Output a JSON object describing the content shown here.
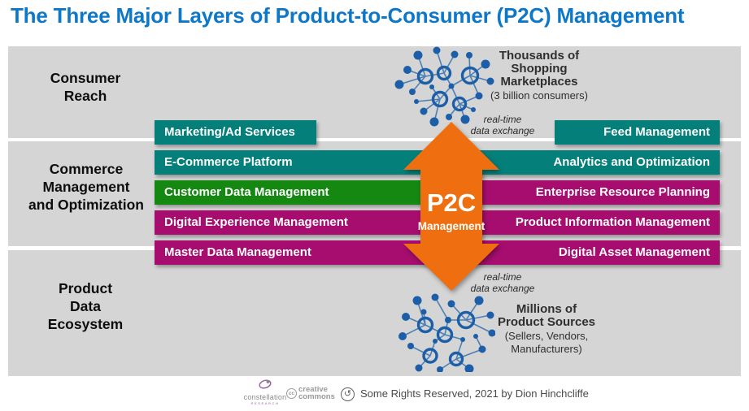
{
  "title": "The Three Major Layers of Product-to-Consumer (P2C) Management",
  "colors": {
    "title_blue": "#0E78C8",
    "band_gray": "#D5D5D5",
    "teal": "#057F7A",
    "green": "#158812",
    "magenta": "#A60D6F",
    "orange": "#EF6F10",
    "node_blue": "#1C5FA8",
    "line_blue": "#4C80B4"
  },
  "layers": {
    "consumer_reach": {
      "lines": [
        "Consumer",
        "Reach"
      ]
    },
    "commerce": {
      "lines": [
        "Commerce",
        "Management",
        "and Optimization"
      ]
    },
    "product_data": {
      "lines": [
        "Product",
        "Data",
        "Ecosystem"
      ]
    }
  },
  "rows": [
    {
      "left": {
        "label": "Marketing/Ad Services",
        "color": "teal"
      },
      "right": {
        "label": "Feed Management",
        "color": "teal"
      }
    },
    {
      "left": {
        "label": "E-Commerce Platform",
        "color": "teal"
      },
      "right": {
        "label": "Analytics and Optimization",
        "color": "teal"
      }
    },
    {
      "left": {
        "label": "Customer Data Management",
        "color": "green"
      },
      "right": {
        "label": "Enterprise Resource Planning",
        "color": "magenta"
      }
    },
    {
      "left": {
        "label": "Digital Experience Management",
        "color": "magenta"
      },
      "right": {
        "label": "Product Information Management",
        "color": "magenta"
      }
    },
    {
      "left": {
        "label": "Master Data Management",
        "color": "magenta"
      },
      "right": {
        "label": "Digital Asset Management",
        "color": "magenta"
      }
    }
  ],
  "arrow": {
    "label": "P2C",
    "sublabel": "Management"
  },
  "exchange": {
    "line1": "real-time",
    "line2": "data exchange"
  },
  "marketplaces": {
    "line1": "Thousands of",
    "line2": "Shopping",
    "line3": "Marketplaces",
    "sub": "(3 billion consumers)"
  },
  "sources": {
    "line1": "Millions of",
    "line2": "Product Sources",
    "sub1": "(Sellers, Vendors,",
    "sub2": "Manufacturers)"
  },
  "footer": {
    "constellation_label": "constellation",
    "constellation_sub": "RESEARCH",
    "cc_badge": "cc",
    "cc_line1": "creative",
    "cc_line2": "commons",
    "arrow_glyph": "↺",
    "rights": "Some Rights Reserved, 2021 by Dion Hinchcliffe"
  }
}
